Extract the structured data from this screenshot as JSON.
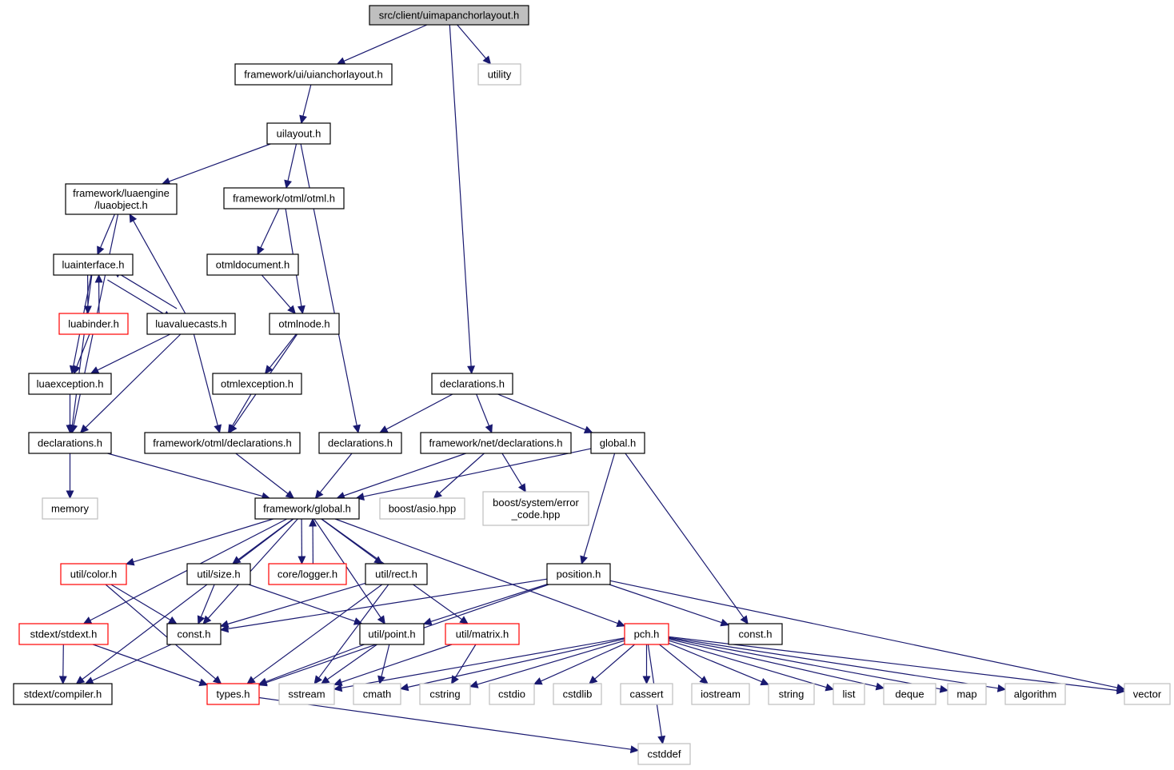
{
  "colors": {
    "edge": "#191970",
    "root_fill": "#bfbfbf",
    "documented_border": "#000000",
    "truncated_border": "#ff0000",
    "system_border": "#bfbfbf"
  },
  "nodes": [
    {
      "id": "root",
      "lines": [
        "src/client/uimapanchorlayout.h"
      ],
      "kind": "root"
    },
    {
      "id": "uianchorlayout",
      "lines": [
        "framework/ui/uianchorlayout.h"
      ],
      "kind": "documented"
    },
    {
      "id": "utility",
      "lines": [
        "utility"
      ],
      "kind": "system"
    },
    {
      "id": "uilayout",
      "lines": [
        "uilayout.h"
      ],
      "kind": "documented"
    },
    {
      "id": "luaobject",
      "lines": [
        "framework/luaengine",
        "/luaobject.h"
      ],
      "kind": "documented"
    },
    {
      "id": "otml",
      "lines": [
        "framework/otml/otml.h"
      ],
      "kind": "documented"
    },
    {
      "id": "luainterface",
      "lines": [
        "luainterface.h"
      ],
      "kind": "documented"
    },
    {
      "id": "otmldocument",
      "lines": [
        "otmldocument.h"
      ],
      "kind": "documented"
    },
    {
      "id": "luabinder",
      "lines": [
        "luabinder.h"
      ],
      "kind": "truncated"
    },
    {
      "id": "luavaluecasts",
      "lines": [
        "luavaluecasts.h"
      ],
      "kind": "documented"
    },
    {
      "id": "otmlnode",
      "lines": [
        "otmlnode.h"
      ],
      "kind": "documented"
    },
    {
      "id": "luaexception",
      "lines": [
        "luaexception.h"
      ],
      "kind": "documented"
    },
    {
      "id": "otmlexception",
      "lines": [
        "otmlexception.h"
      ],
      "kind": "documented"
    },
    {
      "id": "declarations_client",
      "lines": [
        "declarations.h"
      ],
      "kind": "documented"
    },
    {
      "id": "declarations_lua",
      "lines": [
        "declarations.h"
      ],
      "kind": "documented"
    },
    {
      "id": "otml_declarations",
      "lines": [
        "framework/otml/declarations.h"
      ],
      "kind": "documented"
    },
    {
      "id": "declarations_ui",
      "lines": [
        "declarations.h"
      ],
      "kind": "documented"
    },
    {
      "id": "net_declarations",
      "lines": [
        "framework/net/declarations.h"
      ],
      "kind": "documented"
    },
    {
      "id": "global",
      "lines": [
        "global.h"
      ],
      "kind": "documented"
    },
    {
      "id": "memory",
      "lines": [
        "memory"
      ],
      "kind": "system"
    },
    {
      "id": "framework_global",
      "lines": [
        "framework/global.h"
      ],
      "kind": "documented"
    },
    {
      "id": "asio",
      "lines": [
        "boost/asio.hpp"
      ],
      "kind": "system"
    },
    {
      "id": "error_code",
      "lines": [
        "boost/system/error",
        "_code.hpp"
      ],
      "kind": "system"
    },
    {
      "id": "color",
      "lines": [
        "util/color.h"
      ],
      "kind": "truncated"
    },
    {
      "id": "size",
      "lines": [
        "util/size.h"
      ],
      "kind": "documented"
    },
    {
      "id": "logger",
      "lines": [
        "core/logger.h"
      ],
      "kind": "truncated"
    },
    {
      "id": "rect",
      "lines": [
        "util/rect.h"
      ],
      "kind": "documented"
    },
    {
      "id": "position",
      "lines": [
        "position.h"
      ],
      "kind": "documented"
    },
    {
      "id": "stdext",
      "lines": [
        "stdext/stdext.h"
      ],
      "kind": "truncated"
    },
    {
      "id": "const_fw",
      "lines": [
        "const.h"
      ],
      "kind": "documented"
    },
    {
      "id": "point",
      "lines": [
        "util/point.h"
      ],
      "kind": "documented"
    },
    {
      "id": "matrix",
      "lines": [
        "util/matrix.h"
      ],
      "kind": "truncated"
    },
    {
      "id": "pch",
      "lines": [
        "pch.h"
      ],
      "kind": "truncated"
    },
    {
      "id": "const_client",
      "lines": [
        "const.h"
      ],
      "kind": "documented"
    },
    {
      "id": "compiler",
      "lines": [
        "stdext/compiler.h"
      ],
      "kind": "documented"
    },
    {
      "id": "types",
      "lines": [
        "types.h"
      ],
      "kind": "truncated"
    },
    {
      "id": "sstream",
      "lines": [
        "sstream"
      ],
      "kind": "system"
    },
    {
      "id": "cmath",
      "lines": [
        "cmath"
      ],
      "kind": "system"
    },
    {
      "id": "cstring",
      "lines": [
        "cstring"
      ],
      "kind": "system"
    },
    {
      "id": "cstdio",
      "lines": [
        "cstdio"
      ],
      "kind": "system"
    },
    {
      "id": "cstdlib",
      "lines": [
        "cstdlib"
      ],
      "kind": "system"
    },
    {
      "id": "cassert",
      "lines": [
        "cassert"
      ],
      "kind": "system"
    },
    {
      "id": "iostream",
      "lines": [
        "iostream"
      ],
      "kind": "system"
    },
    {
      "id": "string",
      "lines": [
        "string"
      ],
      "kind": "system"
    },
    {
      "id": "list",
      "lines": [
        "list"
      ],
      "kind": "system"
    },
    {
      "id": "deque",
      "lines": [
        "deque"
      ],
      "kind": "system"
    },
    {
      "id": "map",
      "lines": [
        "map"
      ],
      "kind": "system"
    },
    {
      "id": "algorithm",
      "lines": [
        "algorithm"
      ],
      "kind": "system"
    },
    {
      "id": "vector",
      "lines": [
        "vector"
      ],
      "kind": "system"
    },
    {
      "id": "cstddef",
      "lines": [
        "cstddef"
      ],
      "kind": "system"
    }
  ],
  "edges": [
    {
      "from": "root",
      "to": "uianchorlayout"
    },
    {
      "from": "root",
      "to": "utility"
    },
    {
      "from": "root",
      "to": "declarations_client"
    },
    {
      "from": "uianchorlayout",
      "to": "uilayout"
    },
    {
      "from": "uilayout",
      "to": "luaobject"
    },
    {
      "from": "uilayout",
      "to": "otml"
    },
    {
      "from": "uilayout",
      "to": "declarations_ui"
    },
    {
      "from": "luaobject",
      "to": "luainterface"
    },
    {
      "from": "luaobject",
      "to": "declarations_lua"
    },
    {
      "from": "otml",
      "to": "otmldocument"
    },
    {
      "from": "otml",
      "to": "otmlnode"
    },
    {
      "from": "otmldocument",
      "to": "otmlnode"
    },
    {
      "from": "otmlnode",
      "to": "otmlexception"
    },
    {
      "from": "otmlnode",
      "to": "otml_declarations"
    },
    {
      "from": "otmlexception",
      "to": "otml_declarations"
    },
    {
      "from": "luainterface",
      "to": "luabinder"
    },
    {
      "from": "luabinder",
      "to": "luainterface"
    },
    {
      "from": "luainterface",
      "to": "luavaluecasts"
    },
    {
      "from": "luavaluecasts",
      "to": "luainterface"
    },
    {
      "from": "luainterface",
      "to": "luaexception"
    },
    {
      "from": "luainterface",
      "to": "declarations_lua"
    },
    {
      "from": "luavaluecasts",
      "to": "luaobject"
    },
    {
      "from": "luavaluecasts",
      "to": "luaexception"
    },
    {
      "from": "luavaluecasts",
      "to": "declarations_lua"
    },
    {
      "from": "luavaluecasts",
      "to": "otml_declarations"
    },
    {
      "from": "luabinder",
      "to": "luaexception"
    },
    {
      "from": "luaexception",
      "to": "declarations_lua"
    },
    {
      "from": "declarations_client",
      "to": "declarations_ui"
    },
    {
      "from": "declarations_client",
      "to": "net_declarations"
    },
    {
      "from": "declarations_client",
      "to": "global"
    },
    {
      "from": "declarations_lua",
      "to": "memory"
    },
    {
      "from": "declarations_lua",
      "to": "framework_global"
    },
    {
      "from": "otml_declarations",
      "to": "framework_global"
    },
    {
      "from": "declarations_ui",
      "to": "framework_global"
    },
    {
      "from": "net_declarations",
      "to": "framework_global"
    },
    {
      "from": "net_declarations",
      "to": "asio"
    },
    {
      "from": "net_declarations",
      "to": "error_code"
    },
    {
      "from": "global",
      "to": "framework_global"
    },
    {
      "from": "global",
      "to": "position"
    },
    {
      "from": "global",
      "to": "const_client"
    },
    {
      "from": "framework_global",
      "to": "color"
    },
    {
      "from": "framework_global",
      "to": "size"
    },
    {
      "from": "framework_global",
      "to": "logger"
    },
    {
      "from": "logger",
      "to": "framework_global"
    },
    {
      "from": "framework_global",
      "to": "rect"
    },
    {
      "from": "framework_global",
      "to": "stdext"
    },
    {
      "from": "framework_global",
      "to": "const_fw"
    },
    {
      "from": "framework_global",
      "to": "point"
    },
    {
      "from": "framework_global",
      "to": "matrix"
    },
    {
      "from": "framework_global",
      "to": "pch"
    },
    {
      "from": "framework_global",
      "to": "compiler"
    },
    {
      "from": "color",
      "to": "const_fw"
    },
    {
      "from": "color",
      "to": "types"
    },
    {
      "from": "size",
      "to": "const_fw"
    },
    {
      "from": "size",
      "to": "point"
    },
    {
      "from": "rect",
      "to": "const_fw"
    },
    {
      "from": "rect",
      "to": "types"
    },
    {
      "from": "rect",
      "to": "sstream"
    },
    {
      "from": "position",
      "to": "const_fw"
    },
    {
      "from": "position",
      "to": "point"
    },
    {
      "from": "position",
      "to": "types"
    },
    {
      "from": "position",
      "to": "const_client"
    },
    {
      "from": "position",
      "to": "vector"
    },
    {
      "from": "stdext",
      "to": "compiler"
    },
    {
      "from": "stdext",
      "to": "types"
    },
    {
      "from": "const_fw",
      "to": "compiler"
    },
    {
      "from": "point",
      "to": "types"
    },
    {
      "from": "point",
      "to": "sstream"
    },
    {
      "from": "point",
      "to": "cmath"
    },
    {
      "from": "matrix",
      "to": "sstream"
    },
    {
      "from": "matrix",
      "to": "cstring"
    },
    {
      "from": "pch",
      "to": "sstream"
    },
    {
      "from": "pch",
      "to": "cmath"
    },
    {
      "from": "pch",
      "to": "cstring"
    },
    {
      "from": "pch",
      "to": "cstdio"
    },
    {
      "from": "pch",
      "to": "cstdlib"
    },
    {
      "from": "pch",
      "to": "cassert"
    },
    {
      "from": "pch",
      "to": "iostream"
    },
    {
      "from": "pch",
      "to": "string"
    },
    {
      "from": "pch",
      "to": "list"
    },
    {
      "from": "pch",
      "to": "deque"
    },
    {
      "from": "pch",
      "to": "map"
    },
    {
      "from": "pch",
      "to": "algorithm"
    },
    {
      "from": "pch",
      "to": "vector"
    },
    {
      "from": "pch",
      "to": "cstddef"
    },
    {
      "from": "types",
      "to": "cstddef"
    }
  ]
}
